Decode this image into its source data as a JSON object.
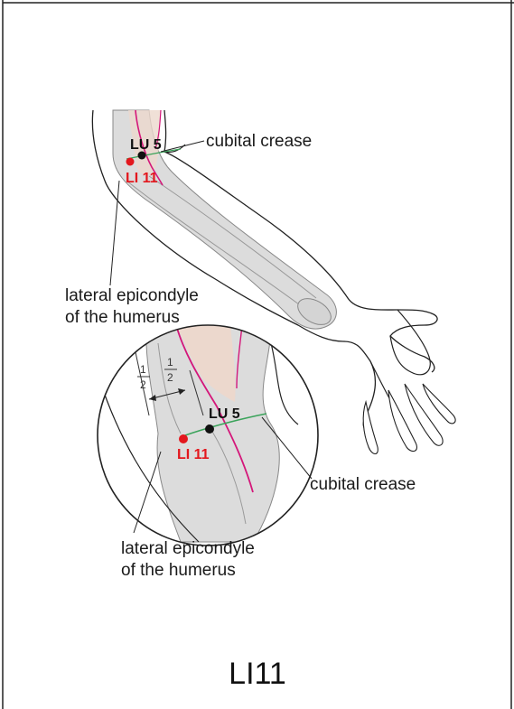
{
  "figure": {
    "title": "LI11",
    "points": {
      "lu5": "LU 5",
      "li11": "LI 11"
    },
    "labels": {
      "cubital_crease": "cubital crease",
      "lateral_epicondyle_line1": "lateral epicondyle",
      "lateral_epicondyle_line2": "of the humerus"
    },
    "fraction": {
      "numerator": "1",
      "denominator": "2"
    },
    "colors": {
      "point_primary": "#e3171d",
      "point_reference": "#111111",
      "meridian_line": "#d4177a",
      "crease_line": "#3aa35a",
      "bone_fill": "#dcdcdc",
      "skin_tone": "#ecd8cd"
    }
  }
}
